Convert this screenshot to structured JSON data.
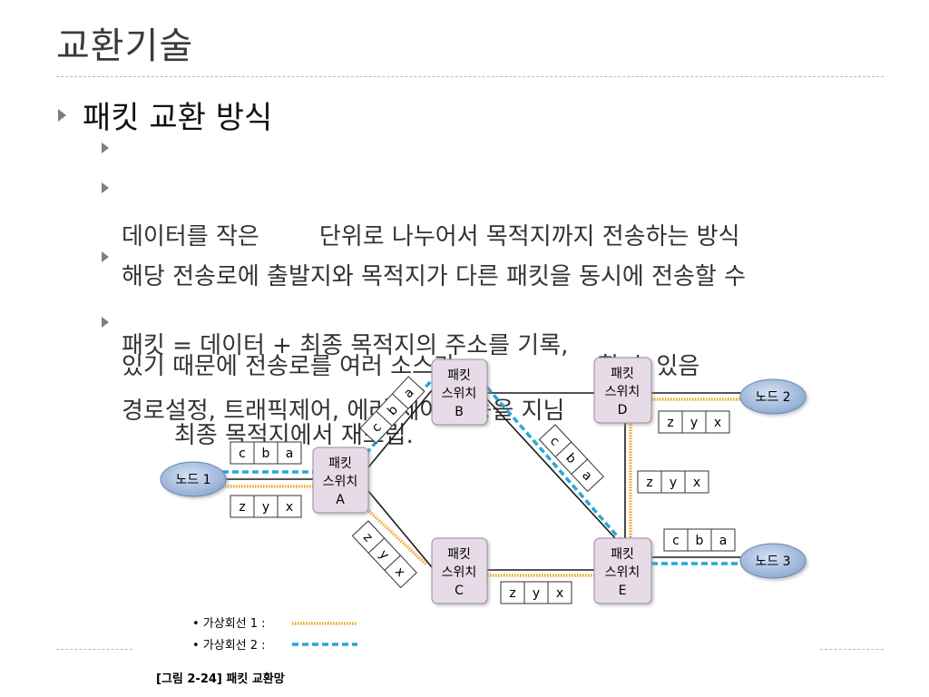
{
  "slide": {
    "title": "교환기술",
    "heading": "패킷 교환 방식",
    "bullets": [
      "데이터를 작은        단위로 나누어서 목적지까지 전송하는 방식",
      "해당 전송로에 출발지와 목적지가 다른 패킷을 동시에 전송할 수",
      "있기 때문에 전송로를 여러 소스가                   할 수 있음",
      "패킷 = 데이터 + 최종 목적지의 주소를 기록,",
      "       최종 목적지에서 재조립.",
      "경로설정, 트래픽제어, 에러 제어 기능을 지님"
    ]
  },
  "diagram": {
    "switches": {
      "A": [
        "패킷",
        "스위치",
        "A"
      ],
      "B": [
        "패킷",
        "스위치",
        "B"
      ],
      "C": [
        "패킷",
        "스위치",
        "C"
      ],
      "D": [
        "패킷",
        "스위치",
        "D"
      ],
      "E": [
        "패킷",
        "스위치",
        "E"
      ]
    },
    "nodes": {
      "n1": "노드 1",
      "n2": "노드 2",
      "n3": "노드 3"
    },
    "packets_cba": [
      "c",
      "b",
      "a"
    ],
    "packets_zyx": [
      "z",
      "y",
      "x"
    ],
    "legend": {
      "vc1": "• 가상회선 1 :",
      "vc2": "• 가상회선 2 :"
    },
    "caption": "[그림 2-24] 패킷 교환망",
    "colors": {
      "vc1": "#e8a623",
      "vc2": "#2aa6d6",
      "switch_fill": "#e6dbe6",
      "node_fill": "#9db4d8"
    }
  }
}
